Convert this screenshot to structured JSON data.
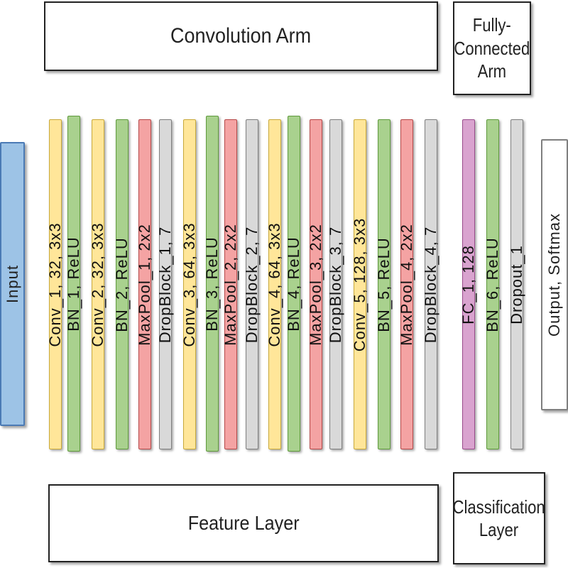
{
  "labels": {
    "convolution_arm": "Convolution Arm",
    "fully_connected_arm": [
      "Fully-",
      "Connected",
      "Arm"
    ],
    "feature_layer": "Feature Layer",
    "classification_layer": [
      "Classification",
      "Layer"
    ],
    "input": "Input",
    "output": "Output, Softmax"
  },
  "layers": [
    {
      "text": "Conv_1, 32, 3x3",
      "kind": "conv"
    },
    {
      "text": "BN_1, ReLU",
      "kind": "bn"
    },
    {
      "text": "Conv_2, 32, 3x3",
      "kind": "conv"
    },
    {
      "text": "BN_2, ReLU",
      "kind": "bn"
    },
    {
      "text": "MaxPool_1, 2x2",
      "kind": "pool"
    },
    {
      "text": "DropBlock_1, 7",
      "kind": "drop"
    },
    {
      "text": "Conv_3, 64, 3x3",
      "kind": "conv"
    },
    {
      "text": "BN_3, ReLU",
      "kind": "bn"
    },
    {
      "text": "MaxPool_2, 2x2",
      "kind": "pool"
    },
    {
      "text": "DropBlock_2, 7",
      "kind": "drop"
    },
    {
      "text": "Conv_4, 64, 3x3",
      "kind": "conv"
    },
    {
      "text": "BN_4, ReLU",
      "kind": "bn"
    },
    {
      "text": "MaxPool_3, 2x2",
      "kind": "pool"
    },
    {
      "text": "DropBlock_3, 7",
      "kind": "drop"
    },
    {
      "text": "Conv_5, 128, 3x3",
      "kind": "conv"
    },
    {
      "text": "BN_5, ReLU",
      "kind": "bn"
    },
    {
      "text": "MaxPool_4, 2x2",
      "kind": "pool"
    },
    {
      "text": "DropBlock_4, 7",
      "kind": "drop"
    },
    {
      "text": "FC_1, 128",
      "kind": "fc"
    },
    {
      "text": "BN_6, ReLU",
      "kind": "bn"
    },
    {
      "text": "Dropout_1",
      "kind": "drop"
    }
  ],
  "colors": {
    "conv": {
      "fill": "#ffe699",
      "border": "#c9a93a"
    },
    "bn": {
      "fill": "#a9d18e",
      "border": "#5f9a3c"
    },
    "pool": {
      "fill": "#f4a3a3",
      "border": "#b54848"
    },
    "drop": {
      "fill": "#d9d9d9",
      "border": "#7f7f7f"
    },
    "fc": {
      "fill": "#d9a3cf",
      "border": "#9a4d8c"
    },
    "input": {
      "fill": "#9dc3e6",
      "border": "#4a7ab5"
    },
    "output": {
      "fill": "#ffffff",
      "border": "#7f7f7f"
    }
  }
}
